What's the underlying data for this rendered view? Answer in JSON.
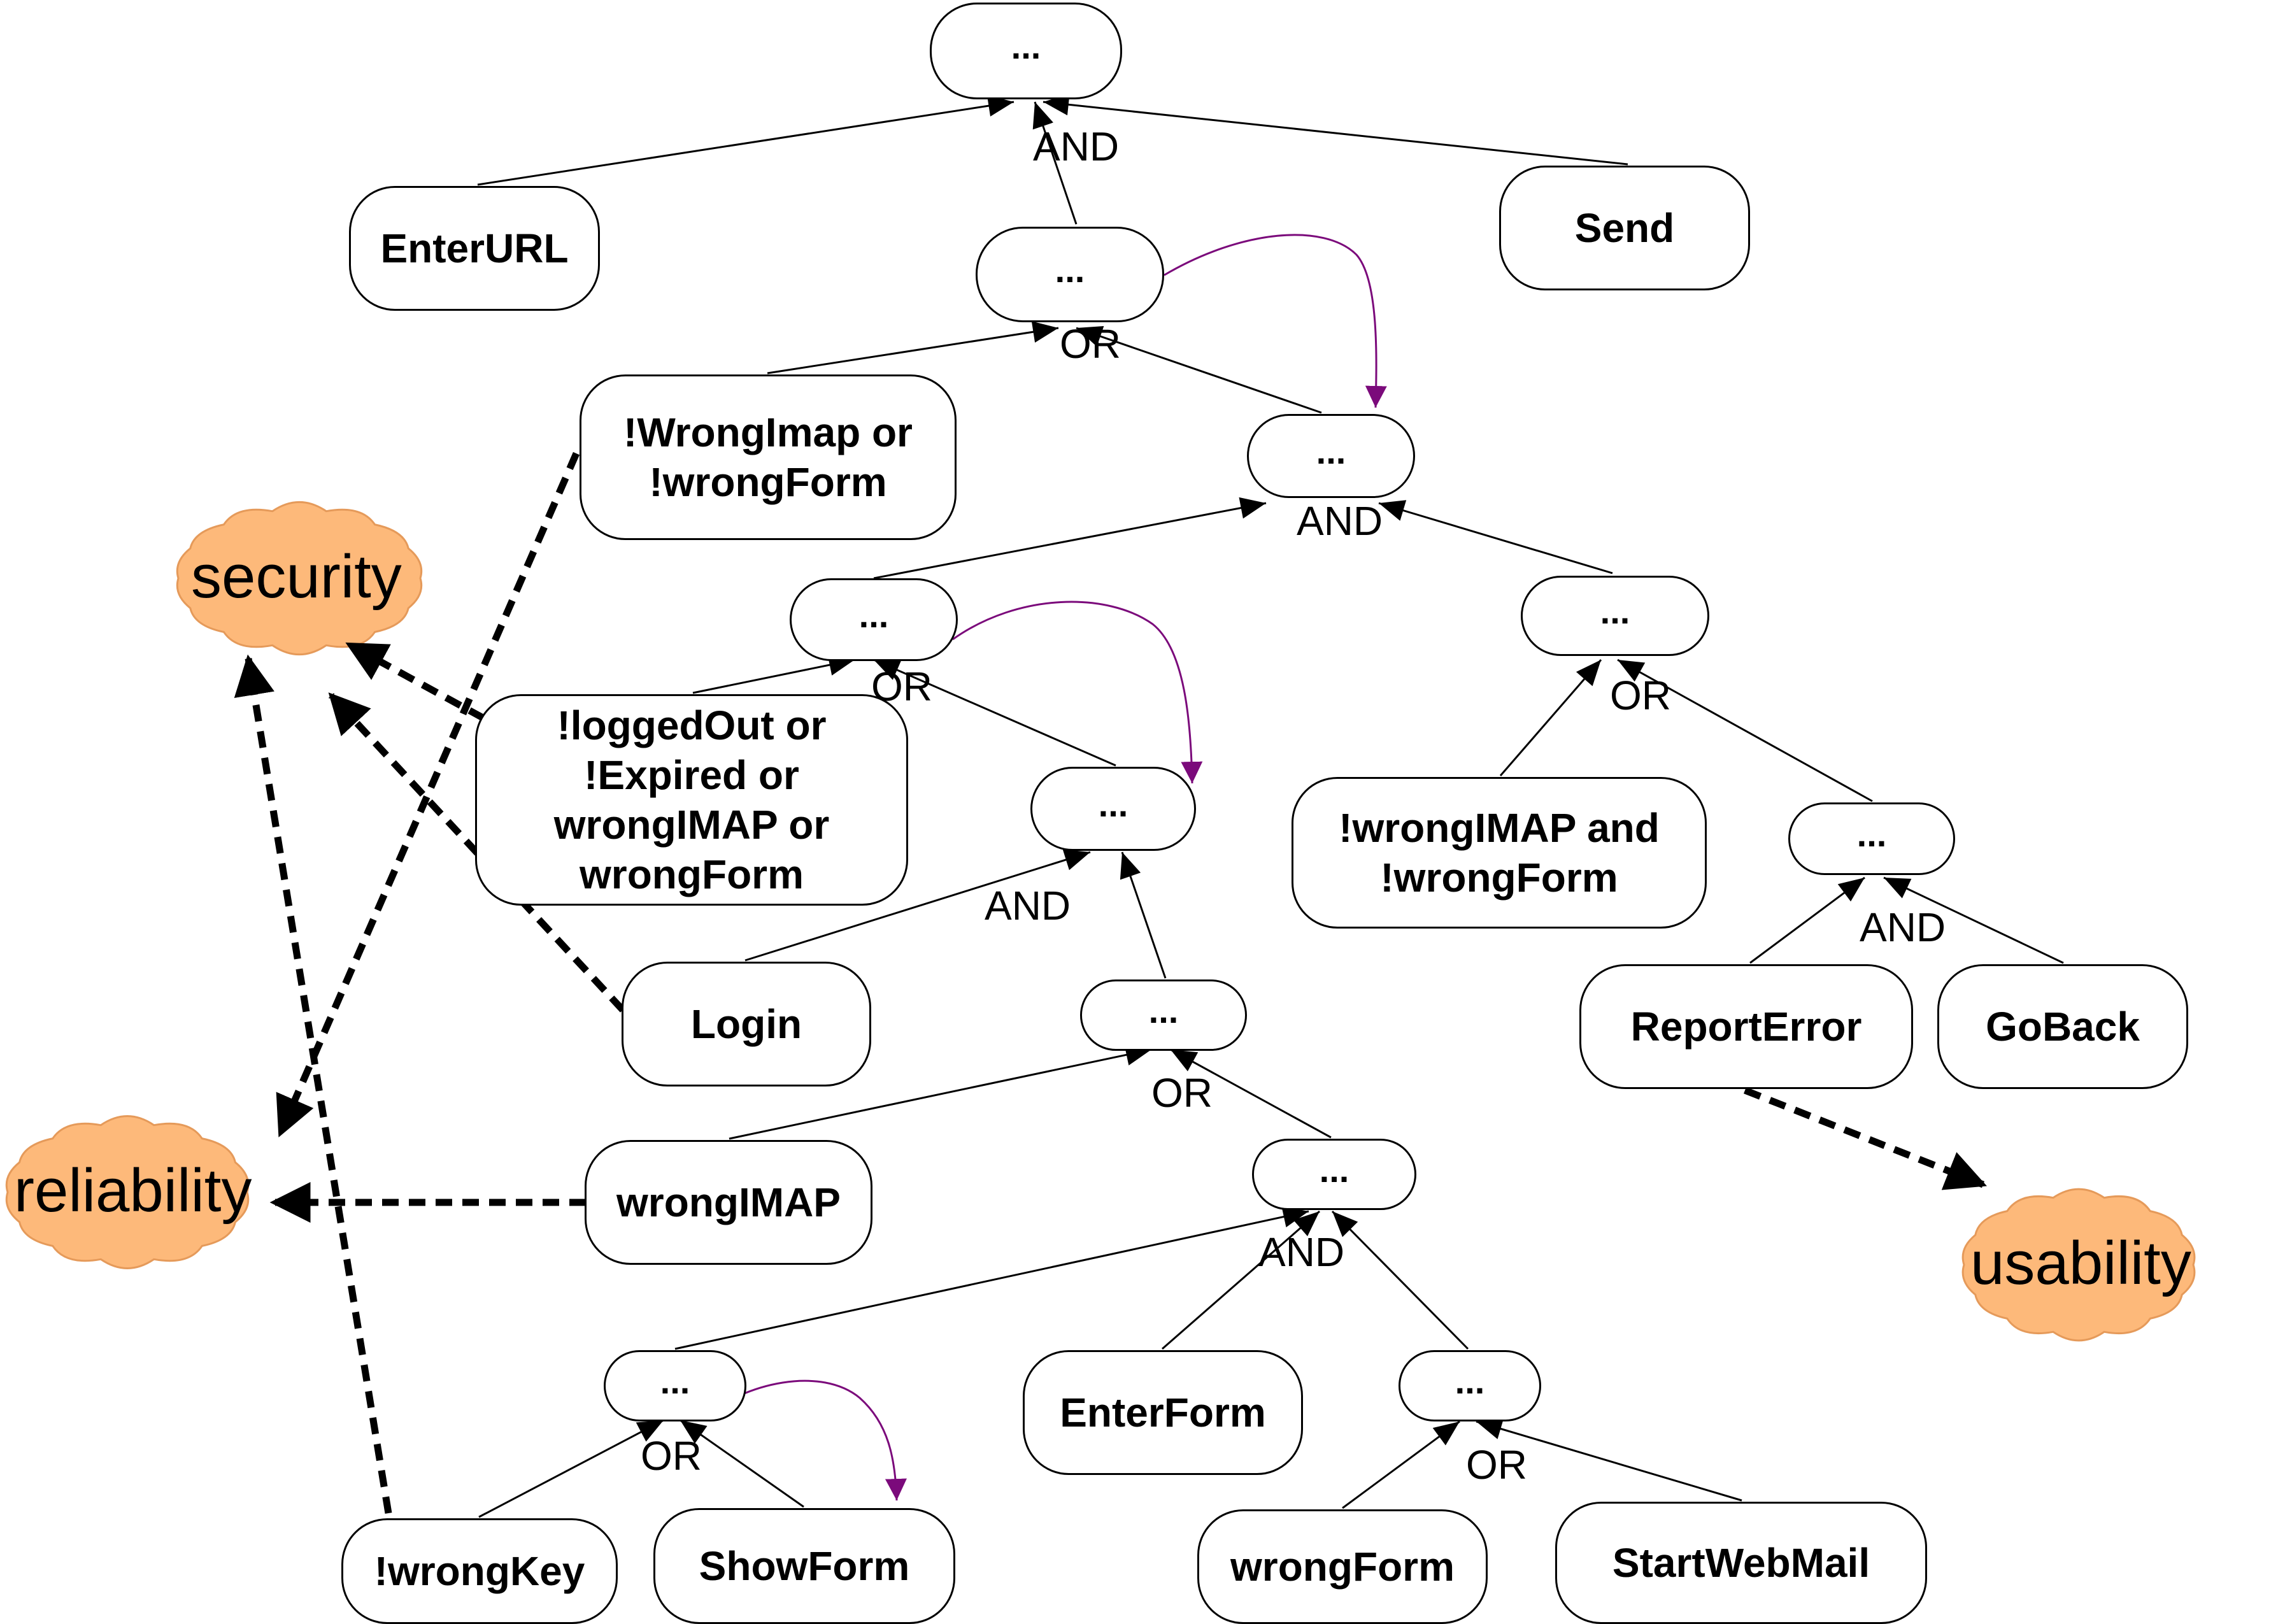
{
  "colors": {
    "cloud_fill": "#FDB97A",
    "side_effect_arrow": "#7B0A7B",
    "line": "#000000",
    "node_bg": "#FFFFFF"
  },
  "nodes": {
    "root": "...",
    "enter_url": "EnterURL",
    "send": "Send",
    "or_main": "...",
    "wrong_imap_or_form": "!WrongImap or\n!wrongForm",
    "and_mid": "...",
    "or_left": "...",
    "logged_out_expr": "!loggedOut or\n!Expired or\nwrongIMAP or\nwrongForm",
    "or_right": "...",
    "not_wrongimap_and_form": "!wrongIMAP and\n!wrongForm",
    "and_inner": "...",
    "login": "Login",
    "and_report": "...",
    "report_error": "ReportError",
    "go_back": "GoBack",
    "or_imap": "...",
    "wrong_imap": "wrongIMAP",
    "and_form": "...",
    "or_key": "...",
    "enter_form": "EnterForm",
    "or_form": "...",
    "not_wrong_key": "!wrongKey",
    "show_form": "ShowForm",
    "wrong_form": "wrongForm",
    "start_webmail": "StartWebMail"
  },
  "decompositions": {
    "root": "AND",
    "or_main": "OR",
    "and_mid": "AND",
    "or_left": "OR",
    "or_right": "OR",
    "and_inner": "AND",
    "and_report": "AND",
    "or_imap": "OR",
    "and_form": "AND",
    "or_key": "OR",
    "or_form": "OR"
  },
  "softgoals": {
    "security": "security",
    "reliability": "reliability",
    "usability": "usability"
  }
}
